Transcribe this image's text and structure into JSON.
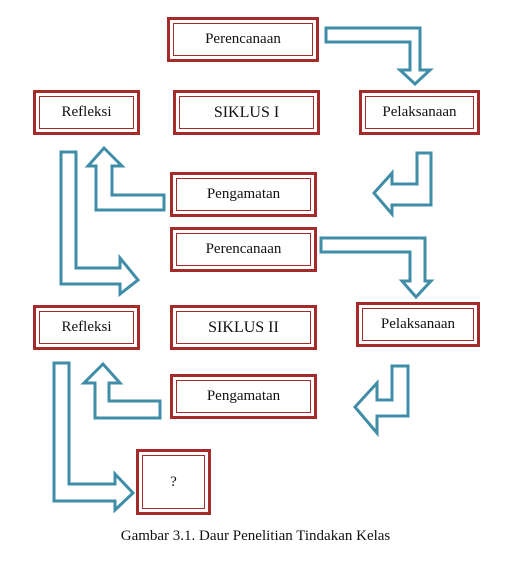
{
  "theme": {
    "box_border": "#a52a2a",
    "arrow_stroke": "#3f8da6"
  },
  "cycle1": {
    "planning": "Perencanaan",
    "title": "SIKLUS I",
    "reflection": "Refleksi",
    "action": "Pelaksanaan",
    "observation": "Pengamatan"
  },
  "cycle2": {
    "planning": "Perencanaan",
    "title": "SIKLUS II",
    "reflection": "Refleksi",
    "action": "Pelaksanaan",
    "observation": "Pengamatan"
  },
  "next": {
    "label": "?"
  },
  "caption": "Gambar 3.1. Daur Penelitian Tindakan Kelas"
}
